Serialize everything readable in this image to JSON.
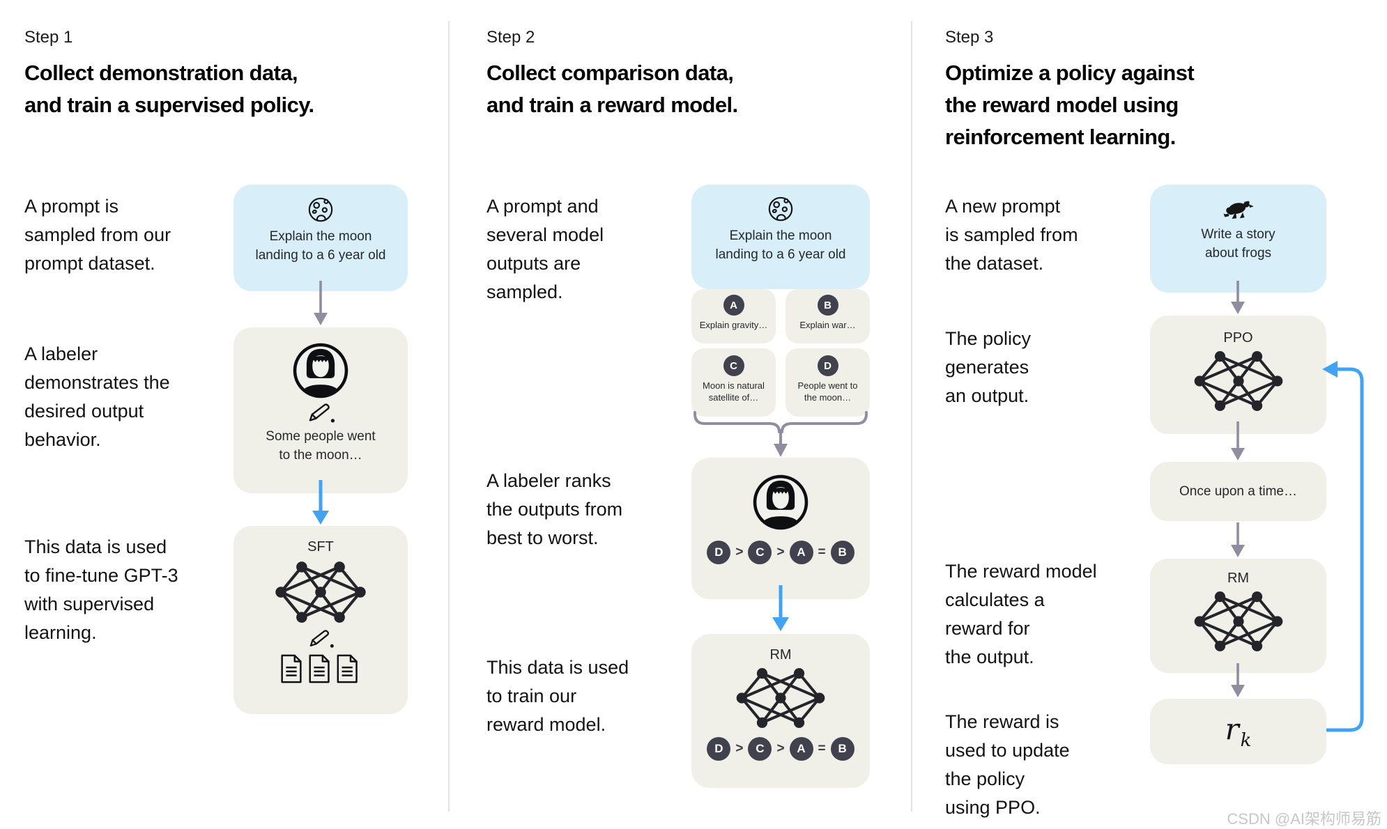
{
  "colors": {
    "accent_blue": "#42a3f3",
    "box_blue": "#d8effa",
    "box_gray": "#f0f0e9",
    "badge_dark": "#40424d",
    "arrow_gray": "#8e8ea0"
  },
  "steps": [
    {
      "label": "Step 1",
      "title": "Collect demonstration data,\nand train a supervised policy."
    },
    {
      "label": "Step 2",
      "title": "Collect comparison data,\nand train a reward model."
    },
    {
      "label": "Step 3",
      "title": "Optimize a policy against\nthe reward model using\nreinforcement learning."
    }
  ],
  "col1": {
    "captions": [
      "A prompt is\nsampled from our\nprompt dataset.",
      "A labeler\ndemonstrates the\ndesired output\nbehavior.",
      "This data is used\nto fine-tune GPT-3\nwith supervised\nlearning."
    ],
    "prompt_text": "Explain the moon\nlanding to a 6 year old",
    "labeler_text": "Some people went\nto the moon…",
    "sft_label": "SFT"
  },
  "col2": {
    "captions": [
      "A prompt and\nseveral model\noutputs are\nsampled.",
      "A labeler ranks\nthe outputs from\nbest to worst.",
      "This data is used\nto train our\nreward model."
    ],
    "prompt_text": "Explain the moon\nlanding to a 6 year old",
    "answers": [
      {
        "id": "A",
        "text": "Explain gravity…"
      },
      {
        "id": "B",
        "text": "Explain war…"
      },
      {
        "id": "C",
        "text": "Moon is natural\nsatellite of…"
      },
      {
        "id": "D",
        "text": "People went to\nthe moon…"
      }
    ],
    "ranking": [
      "D",
      ">",
      "C",
      ">",
      "A",
      "=",
      "B"
    ],
    "rm_label": "RM"
  },
  "col3": {
    "captions": [
      "A new prompt\nis sampled from\nthe dataset.",
      "The policy\ngenerates\nan output.",
      "The reward model\ncalculates a\nreward for\nthe output.",
      "The reward is\nused to update\nthe policy\nusing PPO."
    ],
    "prompt_text": "Write a story\nabout frogs",
    "ppo_label": "PPO",
    "output_text": "Once upon a time…",
    "rm_label": "RM",
    "reward": {
      "base": "r",
      "sub": "k"
    }
  },
  "watermark": "CSDN @AI架构师易筋"
}
